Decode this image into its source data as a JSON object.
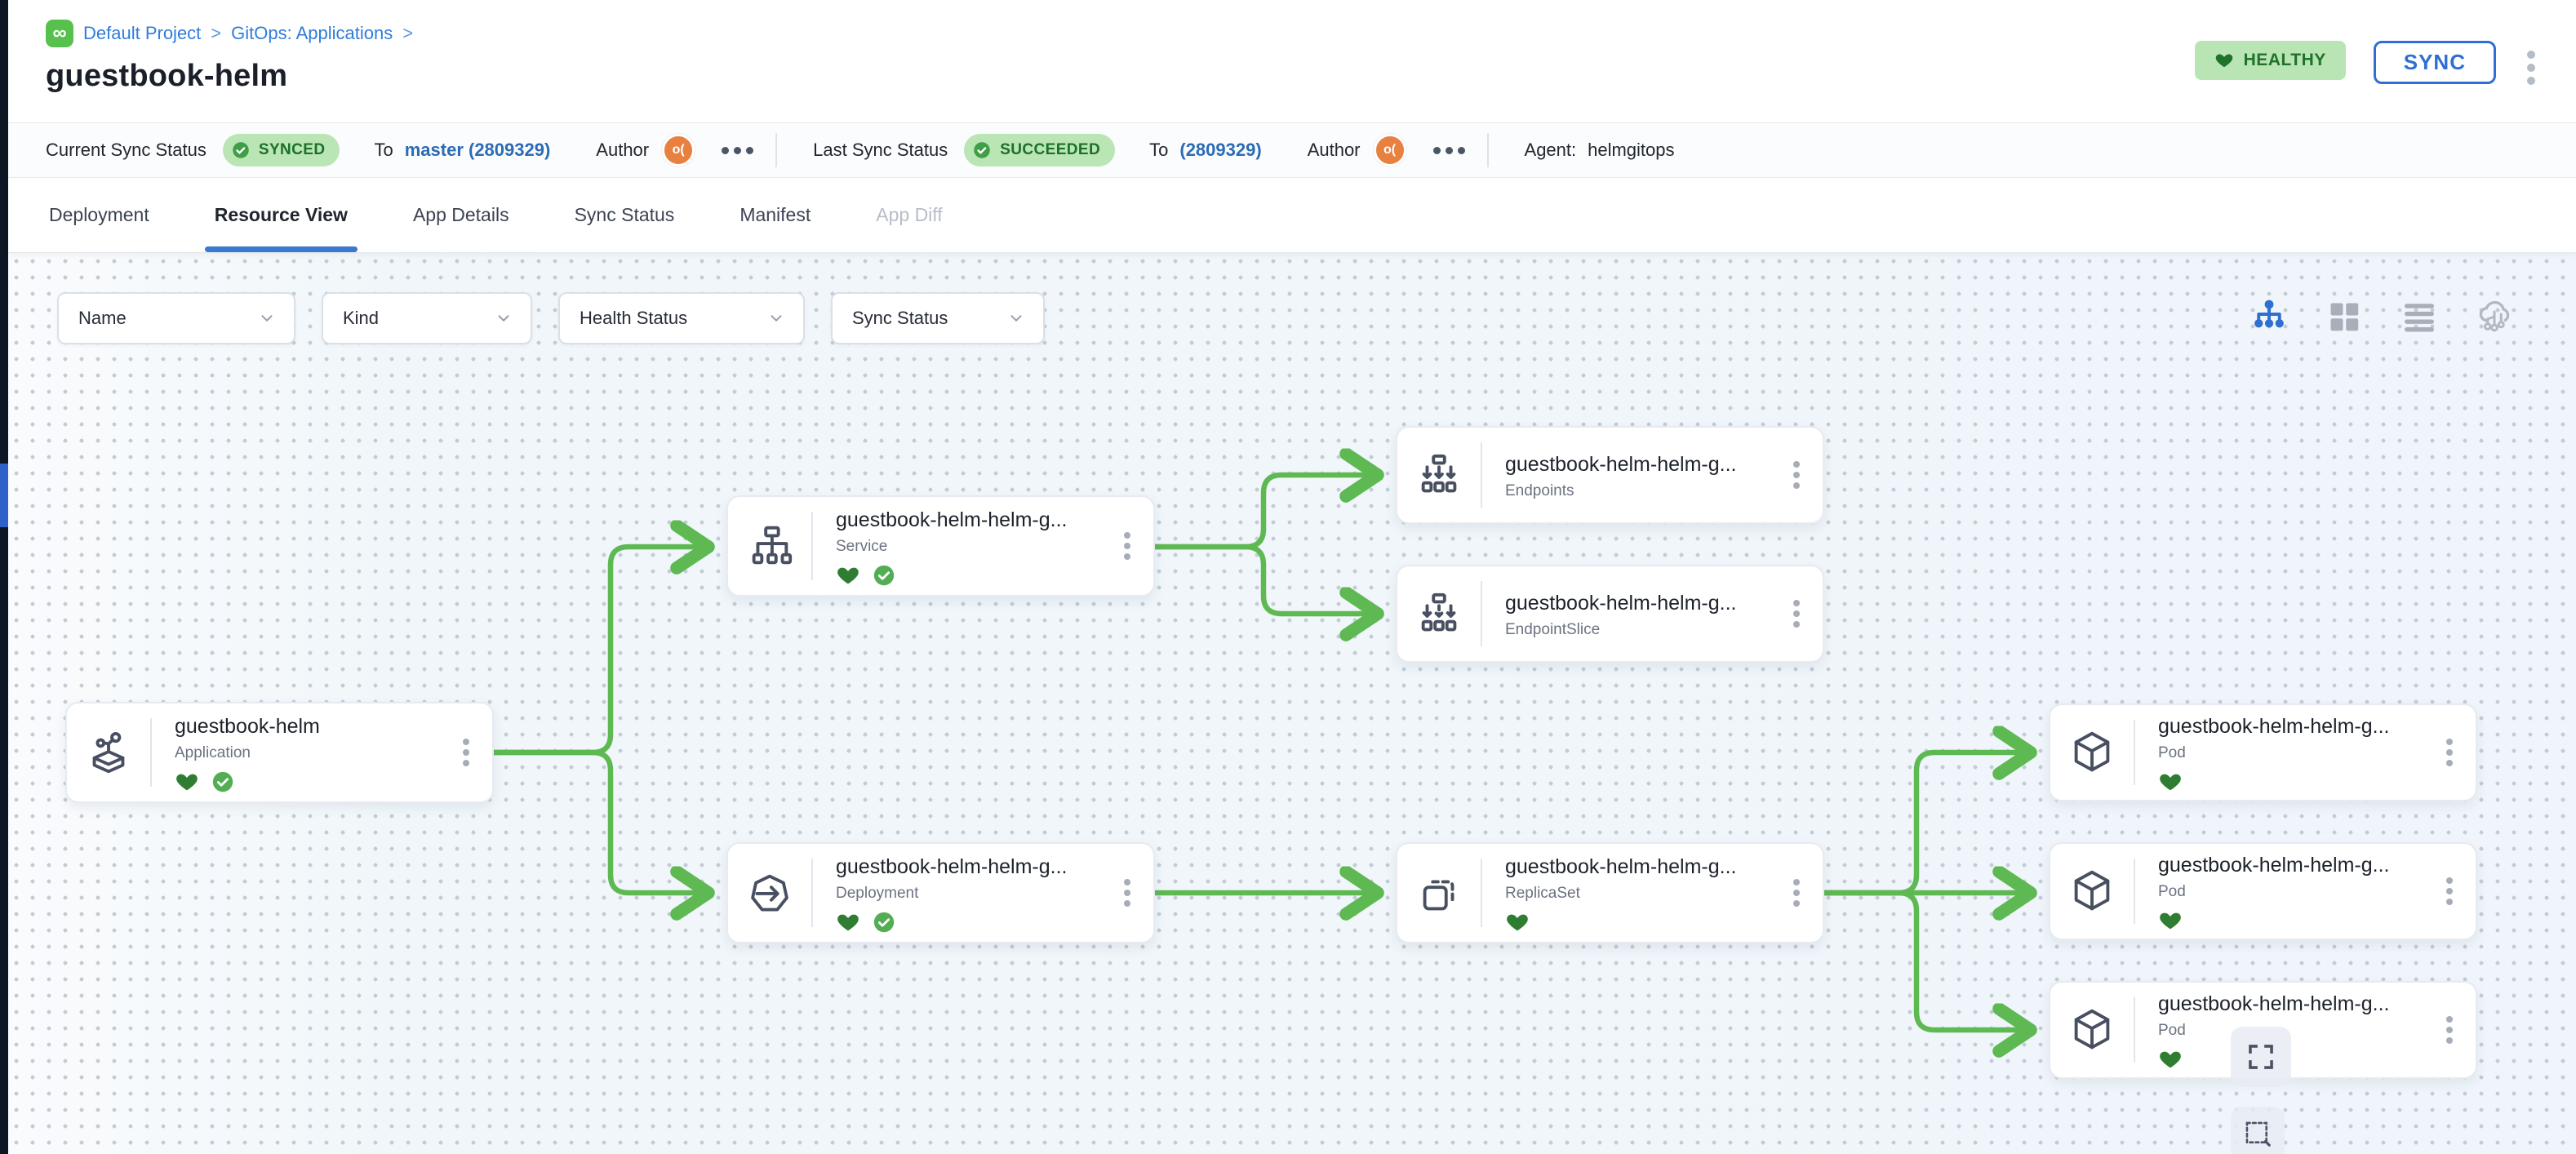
{
  "breadcrumb": {
    "project": "Default Project",
    "section": "GitOps: Applications",
    "separator": ">",
    "logo_glyph": "∞"
  },
  "page_title": "guestbook-helm",
  "header_actions": {
    "health_label": "HEALTHY",
    "sync_label": "SYNC"
  },
  "status_bar": {
    "current": {
      "label": "Current Sync Status",
      "status": "SYNCED",
      "to_label": "To",
      "revision": "master (2809329)",
      "author_label": "Author",
      "avatar_text": "o("
    },
    "last": {
      "label": "Last Sync Status",
      "status": "SUCCEEDED",
      "to_label": "To",
      "revision": "(2809329)",
      "author_label": "Author",
      "avatar_text": "o("
    },
    "agent": {
      "label": "Agent:",
      "value": "helmgitops"
    }
  },
  "tabs": [
    {
      "label": "Deployment",
      "state": "normal"
    },
    {
      "label": "Resource View",
      "state": "active"
    },
    {
      "label": "App Details",
      "state": "normal"
    },
    {
      "label": "Sync Status",
      "state": "normal"
    },
    {
      "label": "Manifest",
      "state": "normal"
    },
    {
      "label": "App Diff",
      "state": "disabled"
    }
  ],
  "filters": {
    "name": "Name",
    "kind": "Kind",
    "health": "Health Status",
    "sync": "Sync Status"
  },
  "view_modes": [
    "tree-view",
    "grid-view",
    "list-view",
    "cloud-network-view"
  ],
  "nodes": [
    {
      "id": "application",
      "title": "guestbook-helm",
      "kind": "Application",
      "healthy": true,
      "synced": true
    },
    {
      "id": "service",
      "title": "guestbook-helm-helm-g...",
      "kind": "Service",
      "healthy": true,
      "synced": true
    },
    {
      "id": "endpoints",
      "title": "guestbook-helm-helm-g...",
      "kind": "Endpoints",
      "healthy": false,
      "synced": false
    },
    {
      "id": "endpointslice",
      "title": "guestbook-helm-helm-g...",
      "kind": "EndpointSlice",
      "healthy": false,
      "synced": false
    },
    {
      "id": "deployment",
      "title": "guestbook-helm-helm-g...",
      "kind": "Deployment",
      "healthy": true,
      "synced": true
    },
    {
      "id": "replicaset",
      "title": "guestbook-helm-helm-g...",
      "kind": "ReplicaSet",
      "healthy": true,
      "synced": false
    },
    {
      "id": "pod-1",
      "title": "guestbook-helm-helm-g...",
      "kind": "Pod",
      "healthy": true,
      "synced": false
    },
    {
      "id": "pod-2",
      "title": "guestbook-helm-helm-g...",
      "kind": "Pod",
      "healthy": true,
      "synced": false
    },
    {
      "id": "pod-3",
      "title": "guestbook-helm-helm-g...",
      "kind": "Pod",
      "healthy": true,
      "synced": false
    }
  ],
  "edges": [
    {
      "from": "application",
      "to": "service"
    },
    {
      "from": "application",
      "to": "deployment"
    },
    {
      "from": "service",
      "to": "endpoints"
    },
    {
      "from": "service",
      "to": "endpointslice"
    },
    {
      "from": "deployment",
      "to": "replicaset"
    },
    {
      "from": "replicaset",
      "to": "pod-1"
    },
    {
      "from": "replicaset",
      "to": "pod-2"
    },
    {
      "from": "replicaset",
      "to": "pod-3"
    }
  ],
  "icons": {
    "logo": "codefresh-infinity",
    "health_badge": "heart",
    "sync_check": "check-circle",
    "more_options": "horizontal-dots",
    "window_menu": "vertical-dots",
    "node_menu": "vertical-dots",
    "filter_chevron": "chevron-down",
    "fit_view": "expand-corners",
    "select_area": "dashed-square"
  },
  "colors": {
    "accent_blue": "#2f6fd3",
    "link_blue": "#2c6bb5",
    "edge_green": "#5eb953",
    "healthy_heart": "#2e7d32",
    "synced_check": "#46a64c",
    "badge_bg": "#b9e6b4",
    "avatar_orange": "#e8803f",
    "sidebar_dark": "#0c1624",
    "canvas_bg": "#f0f6fa"
  }
}
